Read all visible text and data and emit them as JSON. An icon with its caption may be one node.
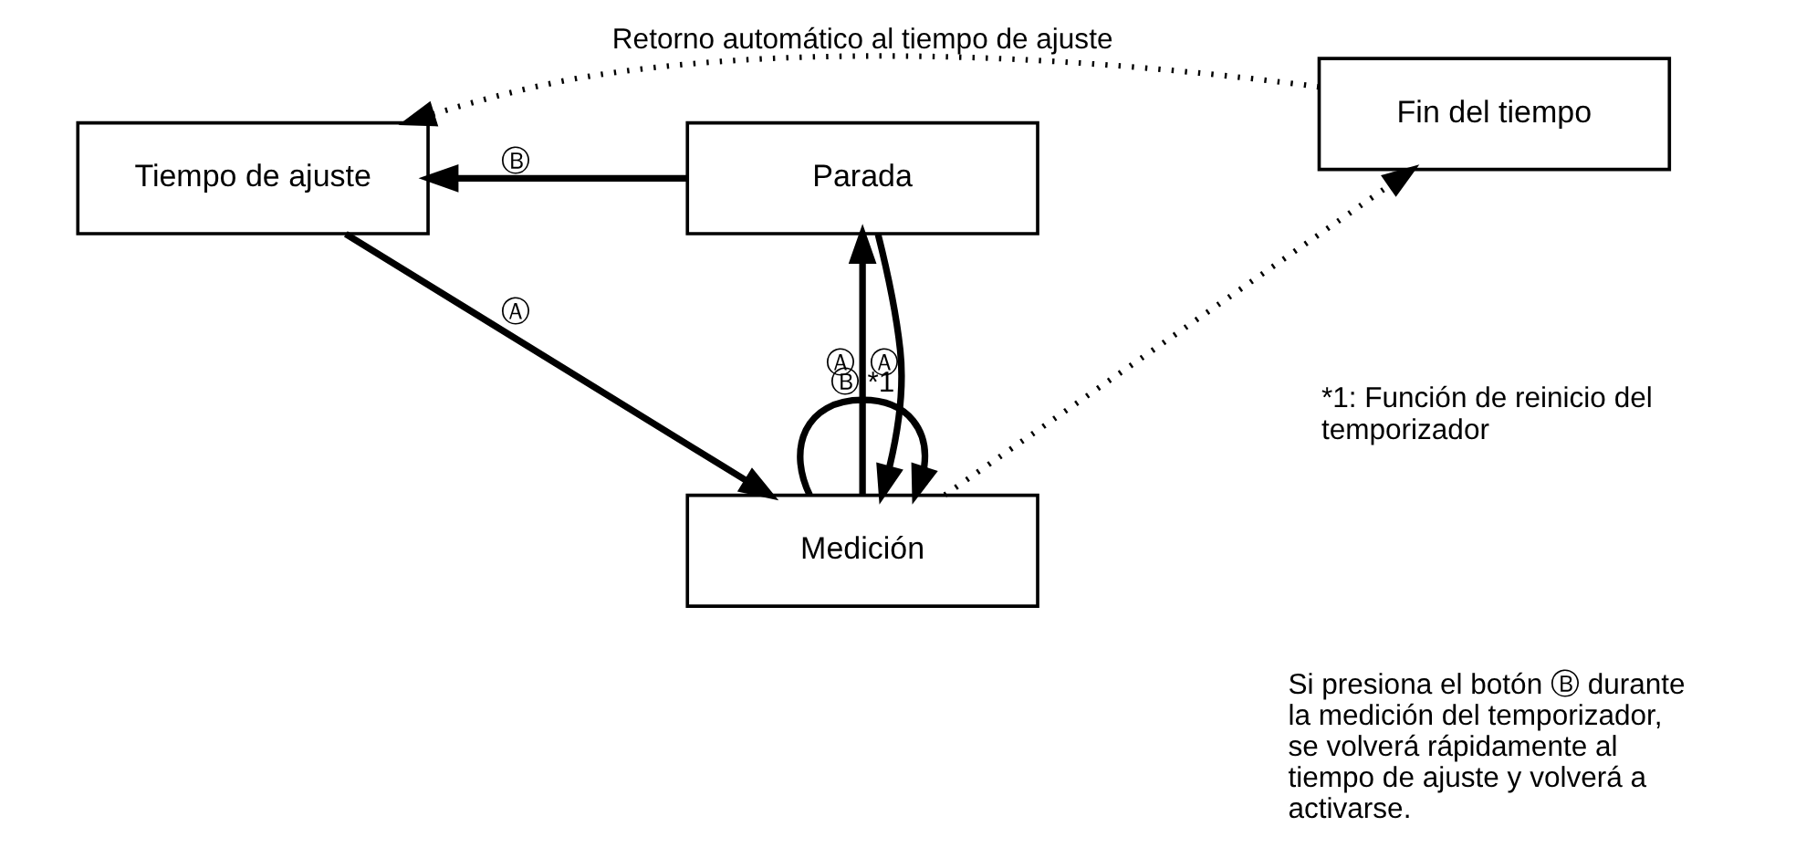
{
  "diagram": {
    "nodes": [
      {
        "text": [
          "Tiempo de ajuste"
        ]
      },
      {
        "text": [
          "Medición"
        ]
      },
      {
        "text": [
          "Fin del tiempo"
        ]
      },
      {
        "text": [
          "Parada"
        ]
      }
    ],
    "edges": [
      {
        "from": 0,
        "to": 1,
        "arrow": "to",
        "label": "Ⓐ"
      },
      {
        "from": 1,
        "to": 1,
        "arrow": "to",
        "label": "Ⓑ *1"
      },
      {
        "from": 1,
        "to": 2,
        "arrow": "to",
        "style": "dashed"
      },
      {
        "from": 2,
        "to": 0,
        "arrow": "to",
        "style": "dashed",
        "label": "Retorno automático al tiempo de ajuste"
      },
      {
        "from": 1,
        "to": 3,
        "arrow": "to",
        "label": "Ⓐ"
      },
      {
        "from": 3,
        "to": 1,
        "arrow": "to",
        "label": "Ⓐ"
      },
      {
        "from": 3,
        "to": 0,
        "arrow": "to",
        "label": "Ⓑ"
      }
    ],
    "labels": [
      "*1: Función de reinicio del temporizador",
      "Si presiona el botón Ⓑ durante la medición del temporizador, se volverá rápidamente al tiempo de ajuste y volverá a activarse."
    ]
  }
}
